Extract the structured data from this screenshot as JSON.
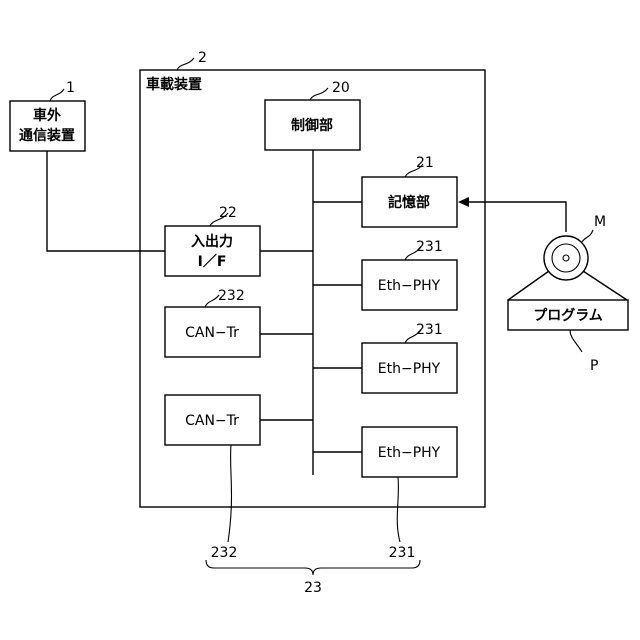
{
  "diagram": {
    "boxes": {
      "external_comm": {
        "line1": "車外",
        "line2": "通信装置"
      },
      "in_vehicle_device": "車載装置",
      "control_unit": "制御部",
      "storage_unit": "記憶部",
      "io_interface": {
        "line1": "入出力",
        "line2": "I／F"
      },
      "can_tr_1": "CAN−Tr",
      "can_tr_2": "CAN−Tr",
      "eth_phy_1": "Eth−PHY",
      "eth_phy_2": "Eth−PHY",
      "eth_phy_3": "Eth−PHY",
      "program": "プログラム"
    },
    "refs": {
      "external_comm": "1",
      "in_vehicle_device": "2",
      "control_unit": "20",
      "storage_unit": "21",
      "io_interface": "22",
      "can_tr_top": "232",
      "eth_phy_1": "231",
      "eth_phy_2": "231",
      "bottom_can": "232",
      "bottom_eth": "231",
      "group": "23",
      "medium": "M",
      "program": "P"
    }
  }
}
